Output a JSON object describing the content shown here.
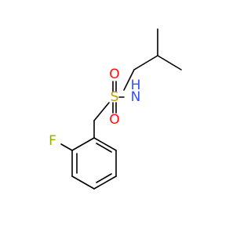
{
  "molecule": {
    "atoms": {
      "oxygen_top": "O",
      "oxygen_bottom": "O",
      "sulfur": "S",
      "nitrogen_h": "N",
      "hydrogen_n": "H",
      "fluorine": "F"
    },
    "colors": {
      "oxygen": "#ff0d0d",
      "sulfur": "#b8a000",
      "nitrogen": "#3050f8",
      "fluorine": "#8fb000",
      "bond": "#000000",
      "background": "#ffffff"
    }
  }
}
